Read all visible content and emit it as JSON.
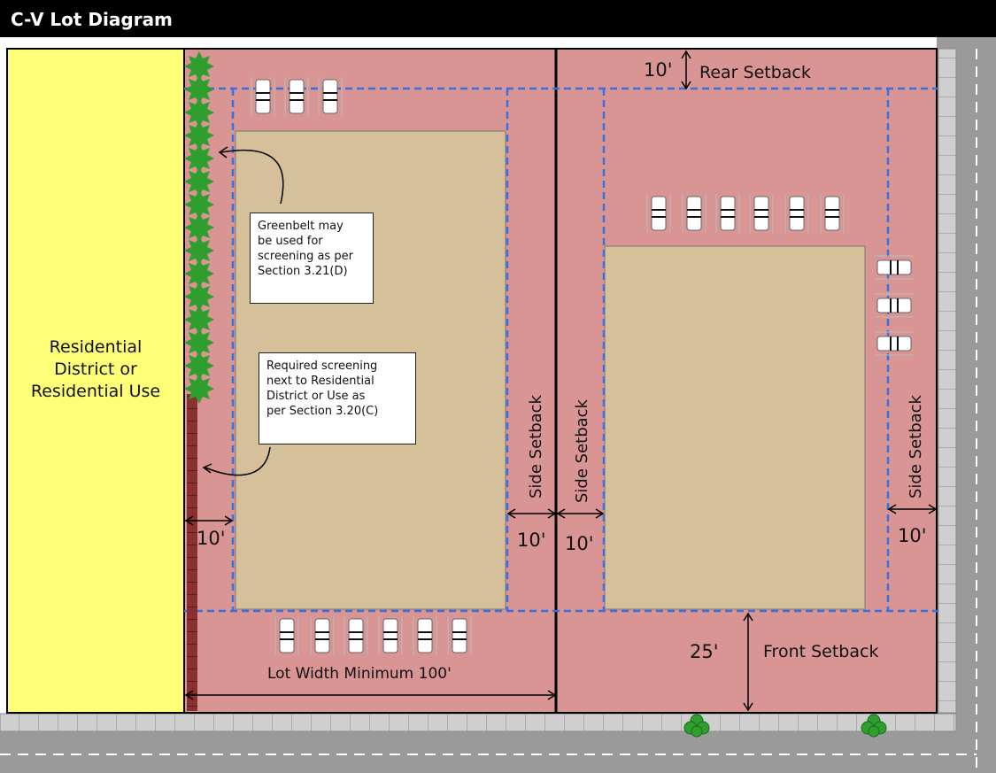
{
  "title": "C-V Lot Diagram",
  "residential_label": "Residential\nDistrict or\nResidential Use",
  "notes": {
    "greenbelt": "Greenbelt may\nbe used for\nscreening as per\nSection 3.21(D)",
    "screening": "Required screening\nnext to Residential\nDistrict or Use as\nper Section 3.20(C)"
  },
  "labels": {
    "rear_setback": "Rear Setback",
    "rear_dim": "10'",
    "front_setback": "Front Setback",
    "front_dim": "25'",
    "side_setback": "Side Setback",
    "side_dim": "10'",
    "lot_width": "Lot Width Minimum 100'"
  },
  "colors": {
    "lot": "#d99494",
    "building": "#d6c09a",
    "residential": "#ffff77",
    "road": "#9a9a9a",
    "sidewalk": "#cfcfcf",
    "setback_line": "#3a6fe0",
    "tree": "#2e9e2e",
    "screen_wall": "#8a3030",
    "title_bar": "#000000"
  }
}
